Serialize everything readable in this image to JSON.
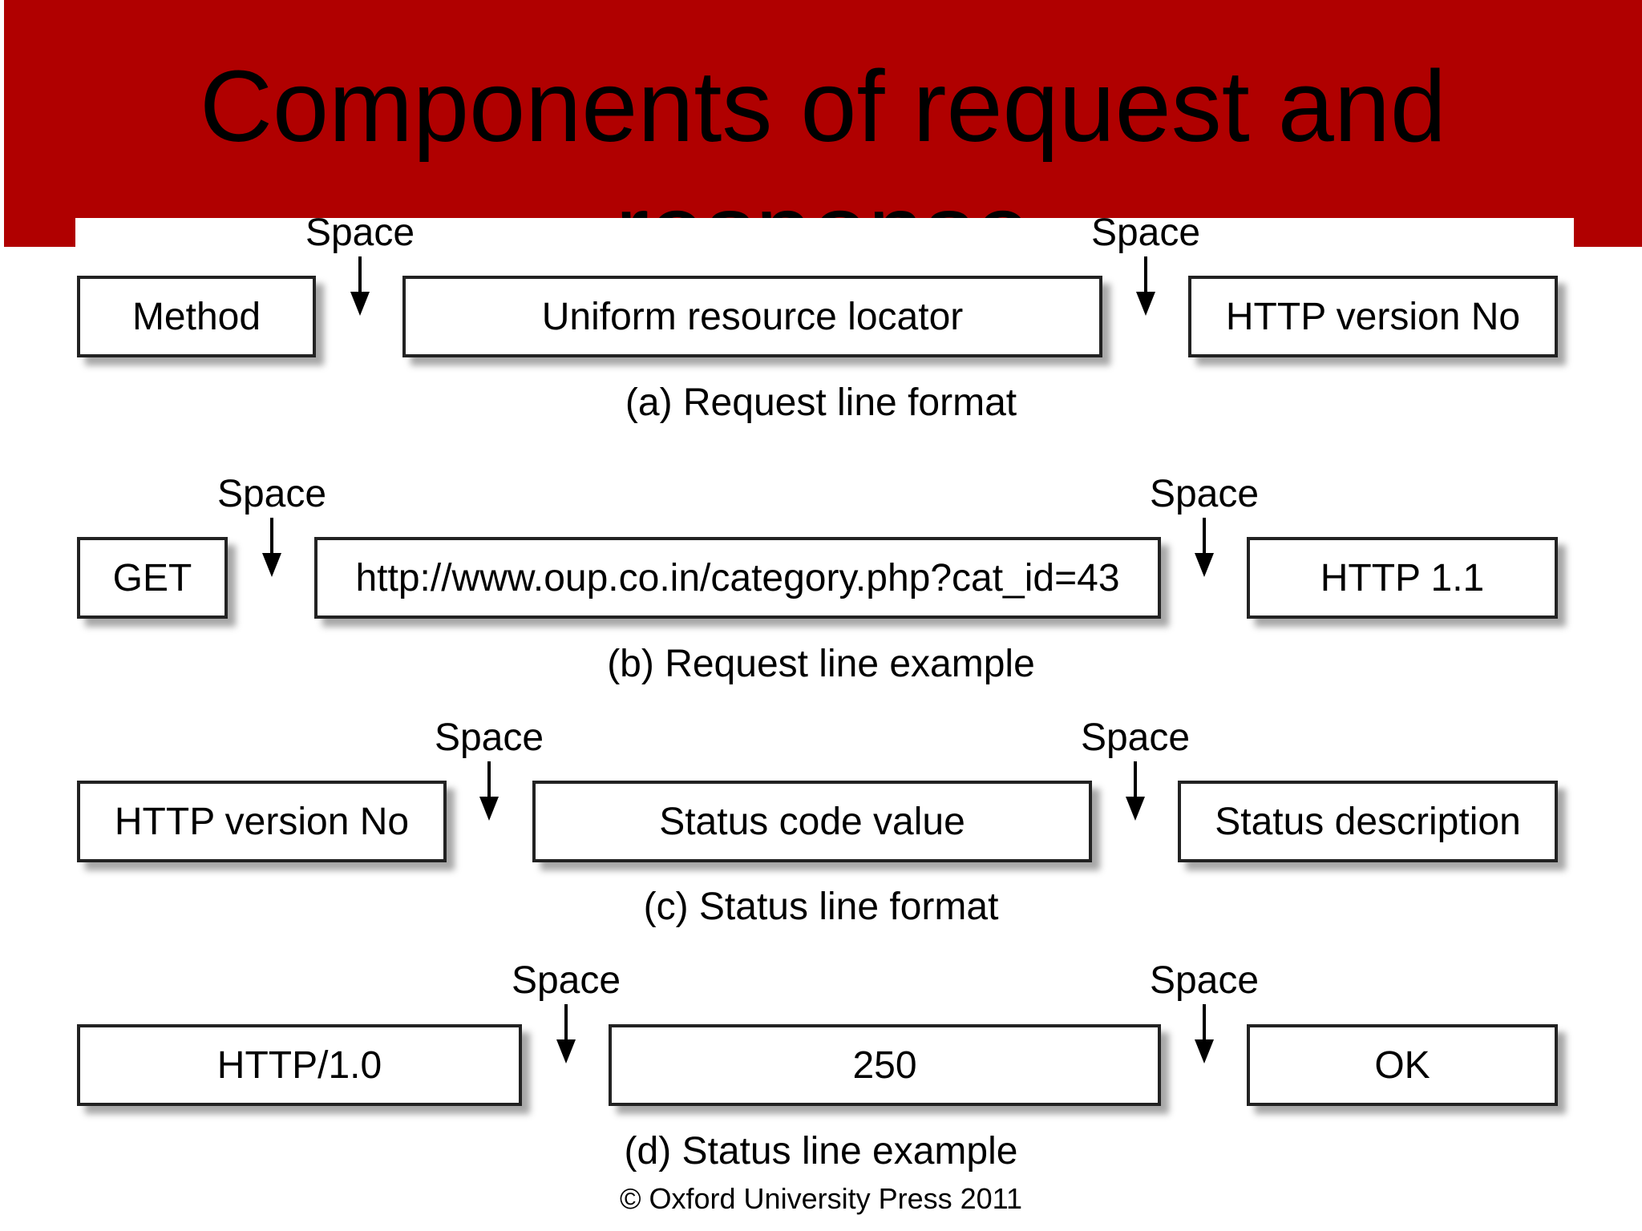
{
  "slide": {
    "title": "Components of request and response",
    "footer": "© Oxford University Press 2011"
  },
  "rows": [
    {
      "space_left": "Space",
      "space_right": "Space",
      "boxes": [
        "Method",
        "Uniform resource locator",
        "HTTP version No"
      ],
      "caption": "(a) Request line format"
    },
    {
      "space_left": "Space",
      "space_right": "Space",
      "boxes": [
        "GET",
        "http://www.oup.co.in/category.php?cat_id=43",
        "HTTP 1.1"
      ],
      "caption": "(b) Request line example"
    },
    {
      "space_left": "Space",
      "space_right": "Space",
      "boxes": [
        "HTTP version No",
        "Status code value",
        "Status description"
      ],
      "caption": "(c) Status line format"
    },
    {
      "space_left": "Space",
      "space_right": "Space",
      "boxes": [
        "HTTP/1.0",
        "250",
        "OK"
      ],
      "caption": "(d) Status line example"
    }
  ]
}
